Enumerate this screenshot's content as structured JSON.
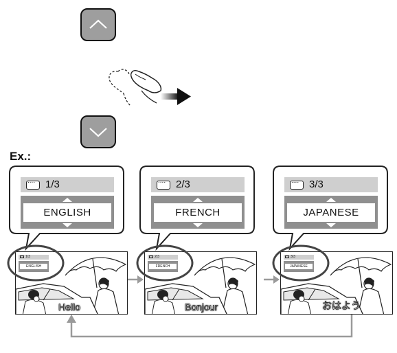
{
  "example_label": "Ex.:",
  "callouts": [
    {
      "count": "1/3",
      "language": "ENGLISH"
    },
    {
      "count": "2/3",
      "language": "FRENCH"
    },
    {
      "count": "3/3",
      "language": "JAPANESE"
    }
  ],
  "scenes": [
    {
      "mini_count": "1/3",
      "mini_language": "ENGLISH",
      "subtitle": "Hello"
    },
    {
      "mini_count": "2/3",
      "mini_language": "FRENCH",
      "subtitle": "Bonjour"
    },
    {
      "mini_count": "3/3",
      "mini_language": "JAPANESE",
      "subtitle": "おはよう"
    }
  ],
  "colors": {
    "button_fill": "#9e9e9e",
    "circle_outline": "#444444",
    "arrow": "#9a9a9a"
  }
}
